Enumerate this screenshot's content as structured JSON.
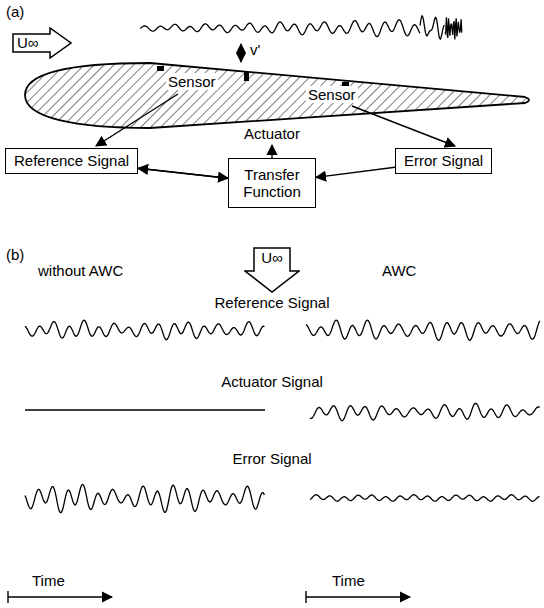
{
  "diagram": {
    "nodes": [
      {
        "text": [
          "U∞"
        ]
      },
      {
        "text": [
          "Reference Signal"
        ]
      },
      {
        "text": [
          "Error Signal"
        ]
      },
      {
        "text": [
          "Transfer Function"
        ]
      },
      {
        "text": [
          "U∞"
        ]
      }
    ],
    "edges": [
      {
        "from": 1,
        "to": 3,
        "arrow": "to"
      },
      {
        "from": 2,
        "to": 3,
        "arrow": "to"
      },
      {
        "from": 3,
        "to": 1,
        "arrow": "to"
      }
    ],
    "labels": [
      "(a)",
      "v'",
      "Sensor",
      "Sensor",
      "Actuator",
      "(b)",
      "without AWC",
      "AWC",
      "Reference Signal",
      "Actuator Signal",
      "Error Signal",
      "Time",
      "Time"
    ]
  }
}
